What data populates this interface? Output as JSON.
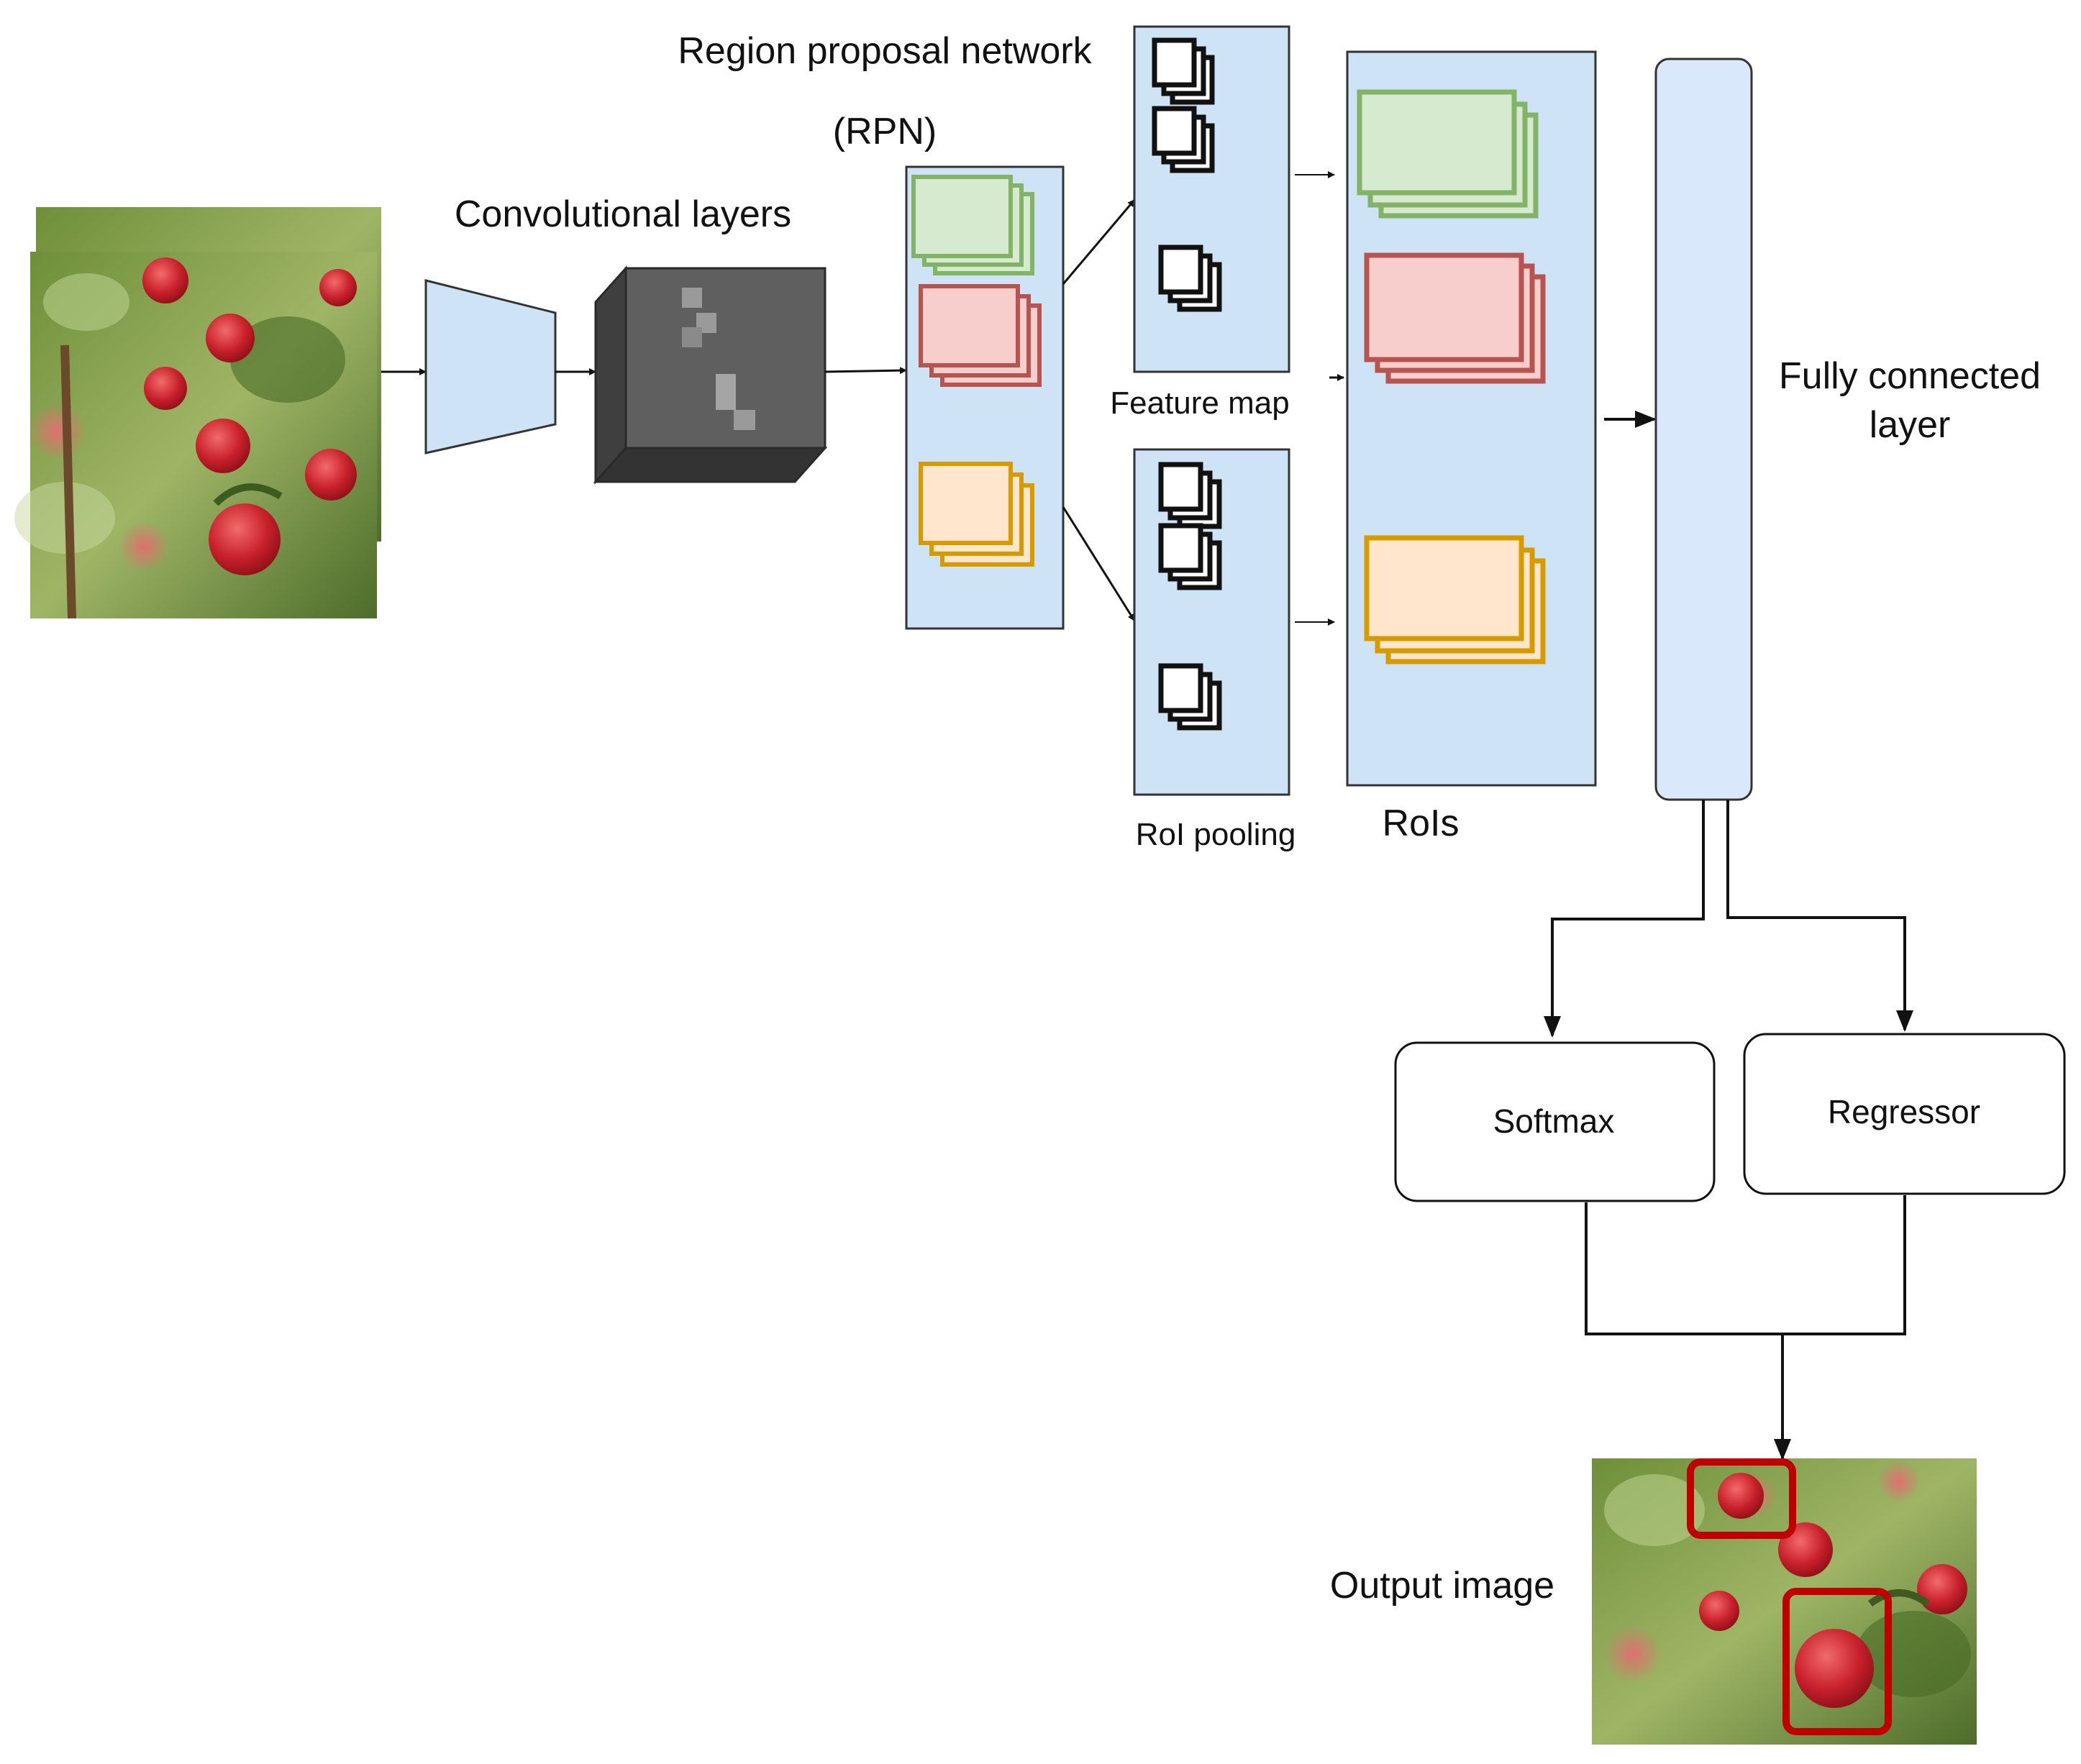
{
  "labels": {
    "rpn_line1": "Region proposal network",
    "rpn_line2": "(RPN)",
    "conv": "Convolutional layers",
    "feature_map": "Feature map",
    "roi_pooling": "RoI pooling",
    "rois": "RoIs",
    "fc_line1": "Fully connected",
    "fc_line2": "layer",
    "softmax": "Softmax",
    "regressor": "Regressor",
    "output": "Output image"
  },
  "colors": {
    "panel_fill": "#cfe3f7",
    "panel_stroke": "#333333",
    "green_fill": "#d6ead0",
    "green_stroke": "#82b366",
    "red_fill": "#f8cecc",
    "red_stroke": "#b85450",
    "orange_fill": "#ffe6cc",
    "orange_stroke": "#d79b00",
    "cube_front": "#5f5f5f",
    "cube_side": "#3f3f3f",
    "detection_box": "#c00000"
  },
  "icons": {
    "input_image": "apple-tree-photo",
    "output_image": "apple-tree-photo-with-detections",
    "backbone": "trapezoid-encoder-icon",
    "feature_cube": "feature-volume-cube-icon",
    "feature_stack": "stacked-squares-icon"
  }
}
